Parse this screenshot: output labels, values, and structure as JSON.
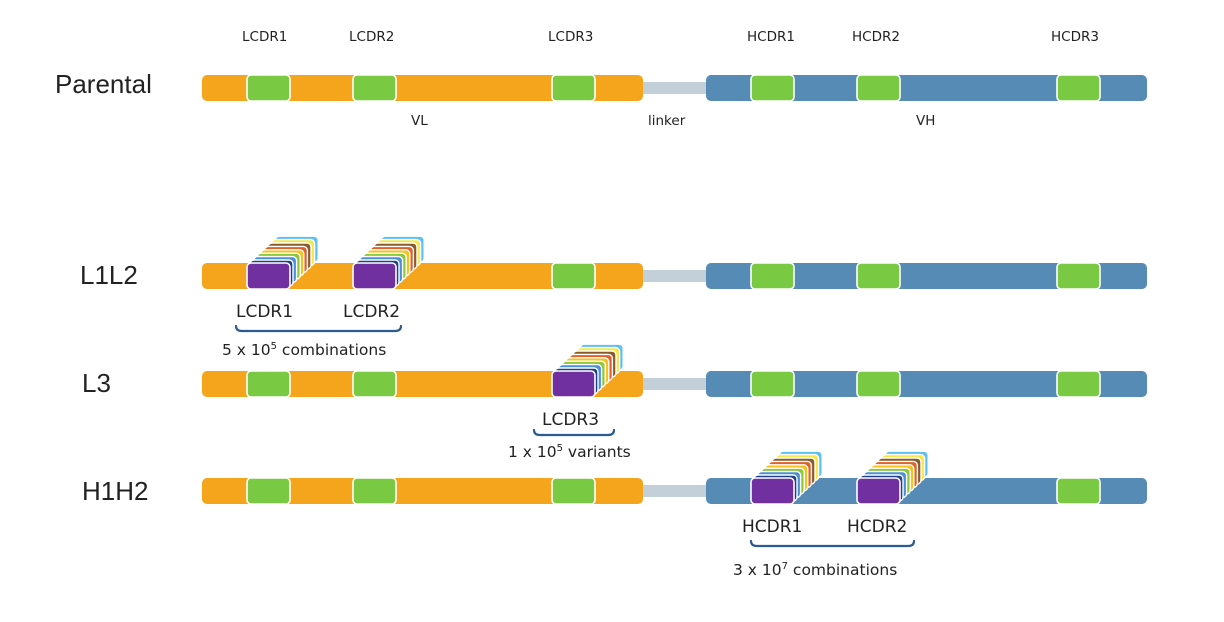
{
  "parental": {
    "row_label": "Parental",
    "top_labels": [
      "LCDR1",
      "LCDR2",
      "LCDR3",
      "HCDR1",
      "HCDR2",
      "HCDR3"
    ],
    "vl_label": "VL",
    "linker_label": "linker",
    "vh_label": "VH"
  },
  "l1l2": {
    "row_label": "L1L2",
    "cdr_label_1": "LCDR1",
    "cdr_label_2": "LCDR2",
    "caption_prefix": "5 x 10",
    "caption_exp": "5",
    "caption_suffix": " combinations"
  },
  "l3": {
    "row_label": "L3",
    "cdr_label_1": "LCDR3",
    "caption_prefix": "1 x 10",
    "caption_exp": "5",
    "caption_suffix": " variants"
  },
  "h1h2": {
    "row_label": "H1H2",
    "cdr_label_1": "HCDR1",
    "cdr_label_2": "HCDR2",
    "caption_prefix": "3 x 10",
    "caption_exp": "7",
    "caption_suffix": " combinations"
  },
  "colors": {
    "vl": "#F4A51C",
    "vh": "#568BB6",
    "linker": "#C3D0D9",
    "cdr": "#7AC943",
    "mutated_cdr": "#7030A0",
    "brace": "#2B5C8F",
    "stack": [
      "#1F3F86",
      "#4A90D9",
      "#8DC63F",
      "#F7C21E",
      "#E0612B",
      "#8B5A2B",
      "#F5E94A",
      "#5CC0F0"
    ]
  }
}
